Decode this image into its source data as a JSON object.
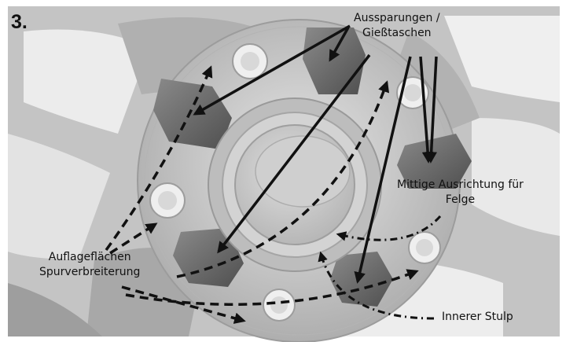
{
  "step_number": "3.",
  "labels": {
    "recesses_line1": "Aussparungen /",
    "recesses_line2": "Gießtaschen",
    "centering_line1": "Mittige Ausrichtung für",
    "centering_line2": "Felge",
    "contact_line1": "Auflageflächen",
    "contact_line2": "Spurverbreiterung",
    "inner_collar": "Innerer Stulp"
  },
  "colors": {
    "background": "#ffffff",
    "wheel": "#c9c9c9",
    "wheel_dark": "#8e8e8e",
    "hub": "#d8d8d8",
    "pocket": "#6a6a6a",
    "arrow": "#111111"
  }
}
